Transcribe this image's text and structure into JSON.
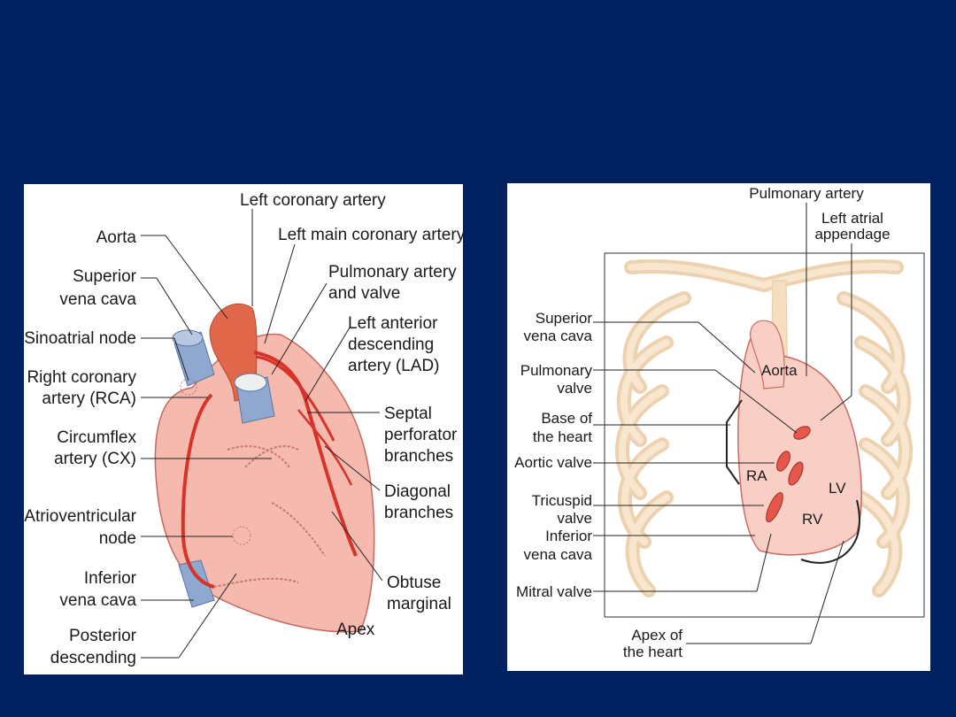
{
  "left_diagram": {
    "labels": {
      "left_coronary_artery": "Left coronary artery",
      "left_main_coronary_artery": "Left main coronary artery",
      "aorta": "Aorta",
      "superior_vena_cava_1": "Superior",
      "superior_vena_cava_2": "vena cava",
      "pulmonary_artery_valve_1": "Pulmonary artery",
      "pulmonary_artery_valve_2": "and valve",
      "sinoatrial_node": "Sinoatrial node",
      "lad_1": "Left anterior",
      "lad_2": "descending",
      "lad_3": "artery (LAD)",
      "rca_1": "Right coronary",
      "rca_2": "artery (RCA)",
      "septal_1": "Septal",
      "septal_2": "perforator",
      "septal_3": "branches",
      "circumflex_1": "Circumflex",
      "circumflex_2": "artery (CX)",
      "diagonal_1": "Diagonal",
      "diagonal_2": "branches",
      "av_node_1": "Atrioventricular",
      "av_node_2": "node",
      "inferior_vena_cava_1": "Inferior",
      "inferior_vena_cava_2": "vena cava",
      "obtuse_1": "Obtuse",
      "obtuse_2": "marginal",
      "apex": "Apex",
      "posterior_1": "Posterior",
      "posterior_2": "descending"
    }
  },
  "right_diagram": {
    "labels": {
      "pulmonary_artery": "Pulmonary artery",
      "left_atrial_1": "Left atrial",
      "left_atrial_2": "appendage",
      "svc_1": "Superior",
      "svc_2": "vena cava",
      "aorta": "Aorta",
      "pulmonary_valve_1": "Pulmonary",
      "pulmonary_valve_2": "valve",
      "base_1": "Base of",
      "base_2": "the heart",
      "aortic_valve": "Aortic valve",
      "ra": "RA",
      "lv": "LV",
      "rv": "RV",
      "tricuspid_1": "Tricuspid",
      "tricuspid_2": "valve",
      "ivc_1": "Inferior",
      "ivc_2": "vena cava",
      "mitral_valve": "Mitral valve",
      "apex_1": "Apex of",
      "apex_2": "the heart"
    }
  },
  "colors": {
    "background": "#002060",
    "heart_fill": "#f6b9ae",
    "artery": "#d8332a",
    "aorta": "#e0674a",
    "vein": "#8fa8cf",
    "rib": "#f6dfc0"
  }
}
